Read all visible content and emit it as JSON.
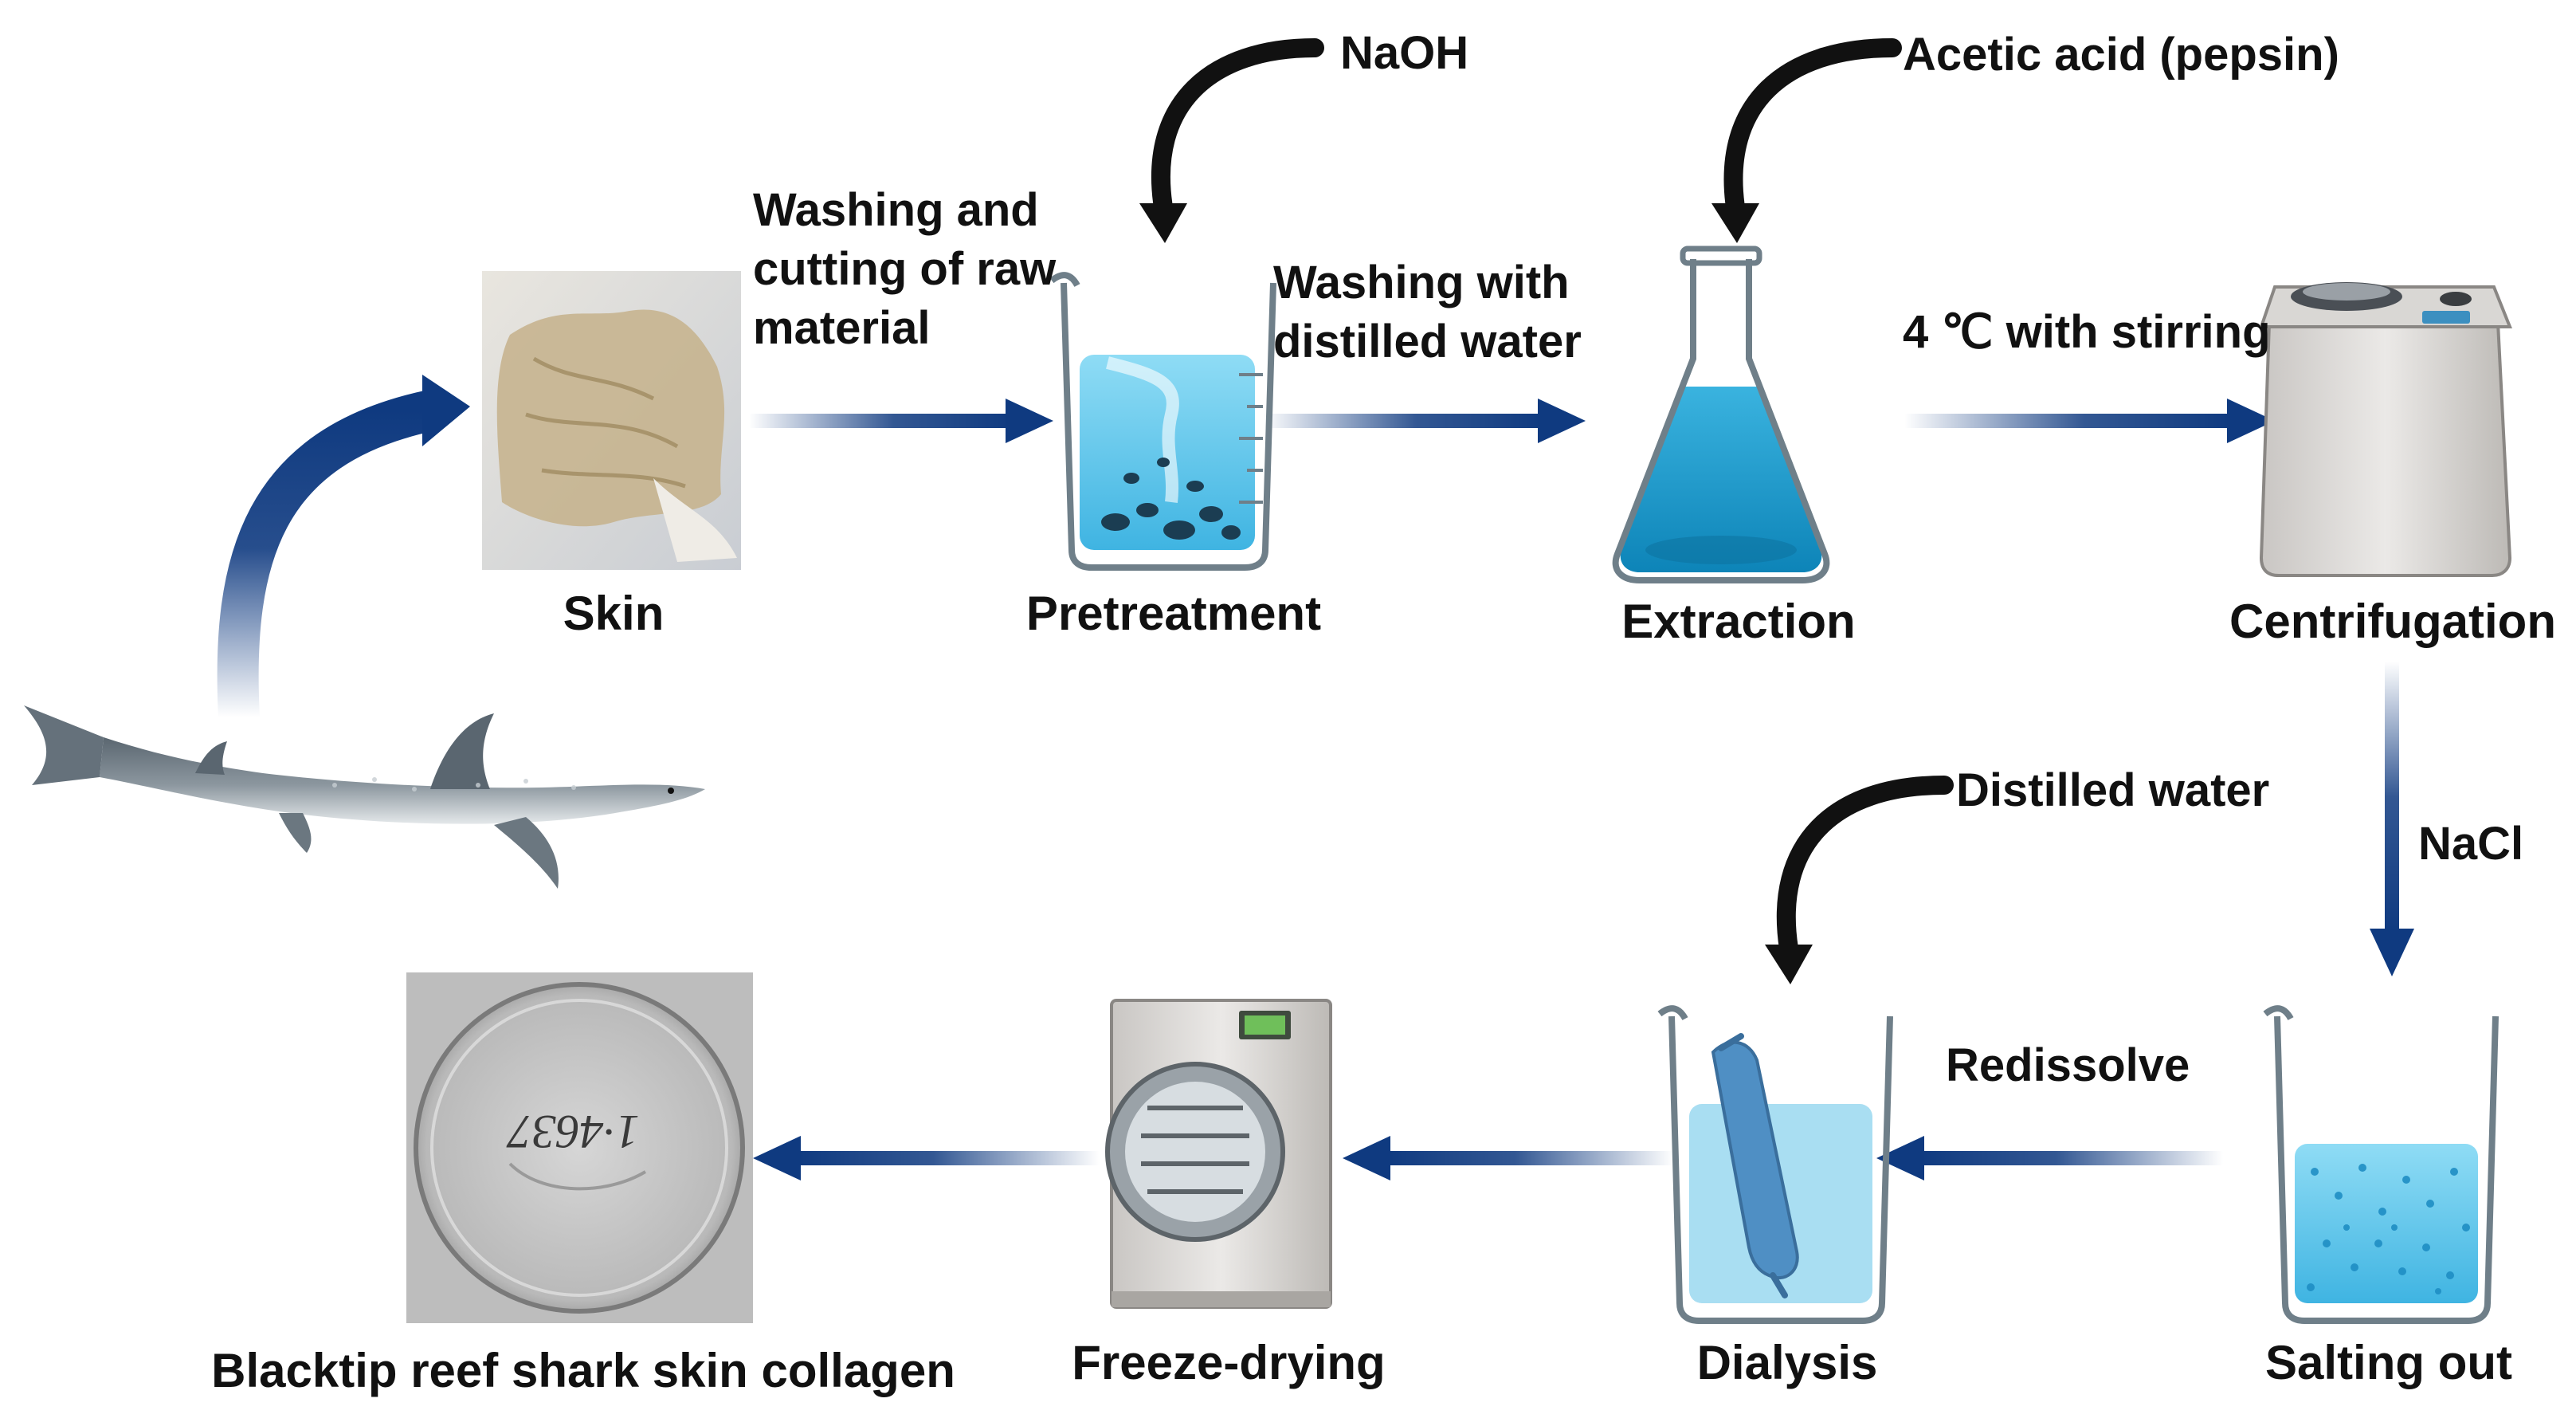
{
  "stages": {
    "skin": "Skin",
    "pretreatment": "Pretreatment",
    "extraction": "Extraction",
    "centrifugation": "Centrifugation",
    "salting_out": "Salting out",
    "dialysis": "Dialysis",
    "freeze_drying": "Freeze-drying",
    "collagen": "Blacktip reef shark skin collagen"
  },
  "arrows": {
    "washing_cutting": "Washing and\ncutting of raw\nmaterial",
    "washing_distilled": "Washing with\ndistilled water",
    "stirring": "4 ℃ with stirring",
    "nacl": "NaCl",
    "redissolve": "Redissolve"
  },
  "reagents": {
    "naoh": "NaOH",
    "acetic": "Acetic acid (pepsin)",
    "distilled": "Distilled water"
  },
  "dish_marking": "1·4637",
  "colors": {
    "arrow": "#0f3a80",
    "liquid": "#66c8ee",
    "extract": "#1a9fce",
    "reagent_arrow": "#111111"
  }
}
